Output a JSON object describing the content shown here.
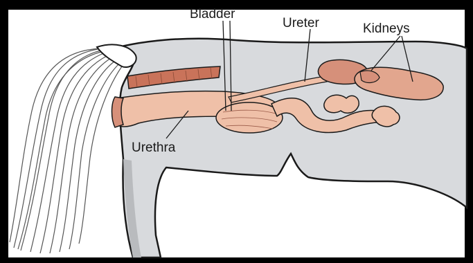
{
  "labels": {
    "bladder": "Bladder",
    "ureter": "Ureter",
    "kidneys": "Kidneys",
    "urethra": "Urethra"
  },
  "colors": {
    "frame": "#000000",
    "background": "#ffffff",
    "body_fill": "#d8dadd",
    "outline": "#1a1a1a",
    "organ_fill": "#efc0a8",
    "organ_dark": "#d6907a",
    "muscle_fill": "#c9735a",
    "tail_stroke": "#555555"
  }
}
